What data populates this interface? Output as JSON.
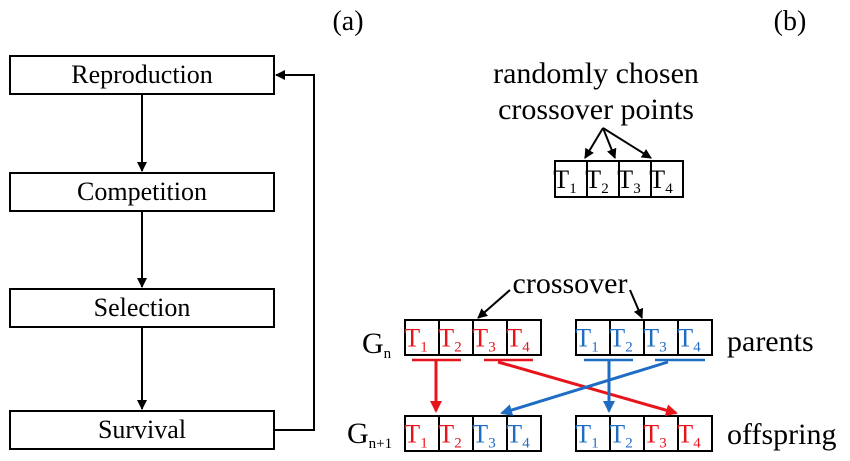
{
  "panel_a": {
    "label": "(a)",
    "steps": [
      "Reproduction",
      "Competition",
      "Selection",
      "Survival"
    ]
  },
  "panel_b": {
    "label": "(b)",
    "crossover_points_line1": "randomly chosen",
    "crossover_points_line2": "crossover points",
    "top_sequence": [
      {
        "base": "T",
        "sub": "1"
      },
      {
        "base": "T",
        "sub": "2"
      },
      {
        "base": "T",
        "sub": "3"
      },
      {
        "base": "T",
        "sub": "4"
      }
    ],
    "crossover_label": "crossover",
    "gen_n": {
      "base": "G",
      "sub": "n"
    },
    "gen_n1": {
      "base": "G",
      "sub": "n+1"
    },
    "parents_label": "parents",
    "offspring_label": "offspring",
    "parent_red": [
      {
        "base": "T",
        "sub": "1"
      },
      {
        "base": "T",
        "sub": "2"
      },
      {
        "base": "T",
        "sub": "3"
      },
      {
        "base": "T",
        "sub": "4"
      }
    ],
    "parent_blue": [
      {
        "base": "T",
        "sub": "1"
      },
      {
        "base": "T",
        "sub": "2"
      },
      {
        "base": "T",
        "sub": "3"
      },
      {
        "base": "T",
        "sub": "4"
      }
    ],
    "offspring_1": [
      {
        "base": "T",
        "sub": "1",
        "color": "red"
      },
      {
        "base": "T",
        "sub": "2",
        "color": "red"
      },
      {
        "base": "T",
        "sub": "3",
        "color": "blue"
      },
      {
        "base": "T",
        "sub": "4",
        "color": "blue"
      }
    ],
    "offspring_2": [
      {
        "base": "T",
        "sub": "1",
        "color": "blue"
      },
      {
        "base": "T",
        "sub": "2",
        "color": "blue"
      },
      {
        "base": "T",
        "sub": "3",
        "color": "red"
      },
      {
        "base": "T",
        "sub": "4",
        "color": "red"
      }
    ]
  },
  "colors": {
    "red": "#e8141c",
    "blue": "#1f6cc3",
    "black": "#000000"
  }
}
